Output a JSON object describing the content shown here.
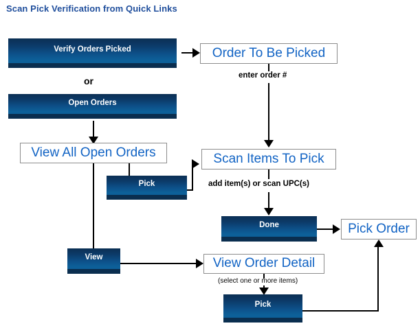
{
  "page": {
    "title": "Scan Pick Verification from Quick Links",
    "title_color": "#1f4e9c",
    "background": "#ffffff"
  },
  "palette": {
    "button_gradient_top": "#0b2f54",
    "button_gradient_bottom": "#0d6099",
    "button_base_strip": "#0a2e4f",
    "button_text": "#ffffff",
    "screen_border": "#8c8c8c",
    "screen_text": "#1163c4",
    "connector": "#000000"
  },
  "diagram": {
    "type": "flowchart",
    "nodes": [
      {
        "id": "verify-orders-picked",
        "kind": "button",
        "label": "Verify Orders Picked"
      },
      {
        "id": "order-to-be-picked",
        "kind": "screen",
        "label": "Order To Be Picked"
      },
      {
        "id": "open-orders",
        "kind": "button",
        "label": "Open Orders"
      },
      {
        "id": "view-all-open-orders",
        "kind": "screen",
        "label": "View All Open Orders"
      },
      {
        "id": "pick-middle",
        "kind": "button",
        "label": "Pick"
      },
      {
        "id": "scan-items-to-pick",
        "kind": "screen",
        "label": "Scan Items To Pick"
      },
      {
        "id": "done",
        "kind": "button",
        "label": "Done"
      },
      {
        "id": "pick-order",
        "kind": "screen",
        "label": "Pick Order"
      },
      {
        "id": "view",
        "kind": "button",
        "label": "View"
      },
      {
        "id": "view-order-detail",
        "kind": "screen",
        "label": "View Order Detail"
      },
      {
        "id": "pick-bottom",
        "kind": "button",
        "label": "Pick"
      }
    ],
    "captions": [
      {
        "id": "or",
        "text": "or"
      },
      {
        "id": "enter-order",
        "text": "enter order #"
      },
      {
        "id": "add-items-scan-upc",
        "text": "add item(s) or scan UPC(s)"
      },
      {
        "id": "select-items",
        "text": "(select one or more items)"
      }
    ],
    "edges": [
      {
        "from": "verify-orders-picked",
        "to": "order-to-be-picked"
      },
      {
        "from": "order-to-be-picked",
        "to": "scan-items-to-pick",
        "label": "enter order #"
      },
      {
        "from": "open-orders",
        "to": "view-all-open-orders"
      },
      {
        "from": "view-all-open-orders",
        "to": "pick-middle"
      },
      {
        "from": "view-all-open-orders",
        "to": "view"
      },
      {
        "from": "pick-middle",
        "to": "scan-items-to-pick"
      },
      {
        "from": "scan-items-to-pick",
        "to": "done",
        "label": "add item(s) or scan UPC(s)"
      },
      {
        "from": "done",
        "to": "pick-order"
      },
      {
        "from": "view",
        "to": "view-order-detail"
      },
      {
        "from": "view-order-detail",
        "to": "pick-bottom",
        "label": "(select one or more items)"
      },
      {
        "from": "pick-bottom",
        "to": "pick-order"
      }
    ]
  }
}
